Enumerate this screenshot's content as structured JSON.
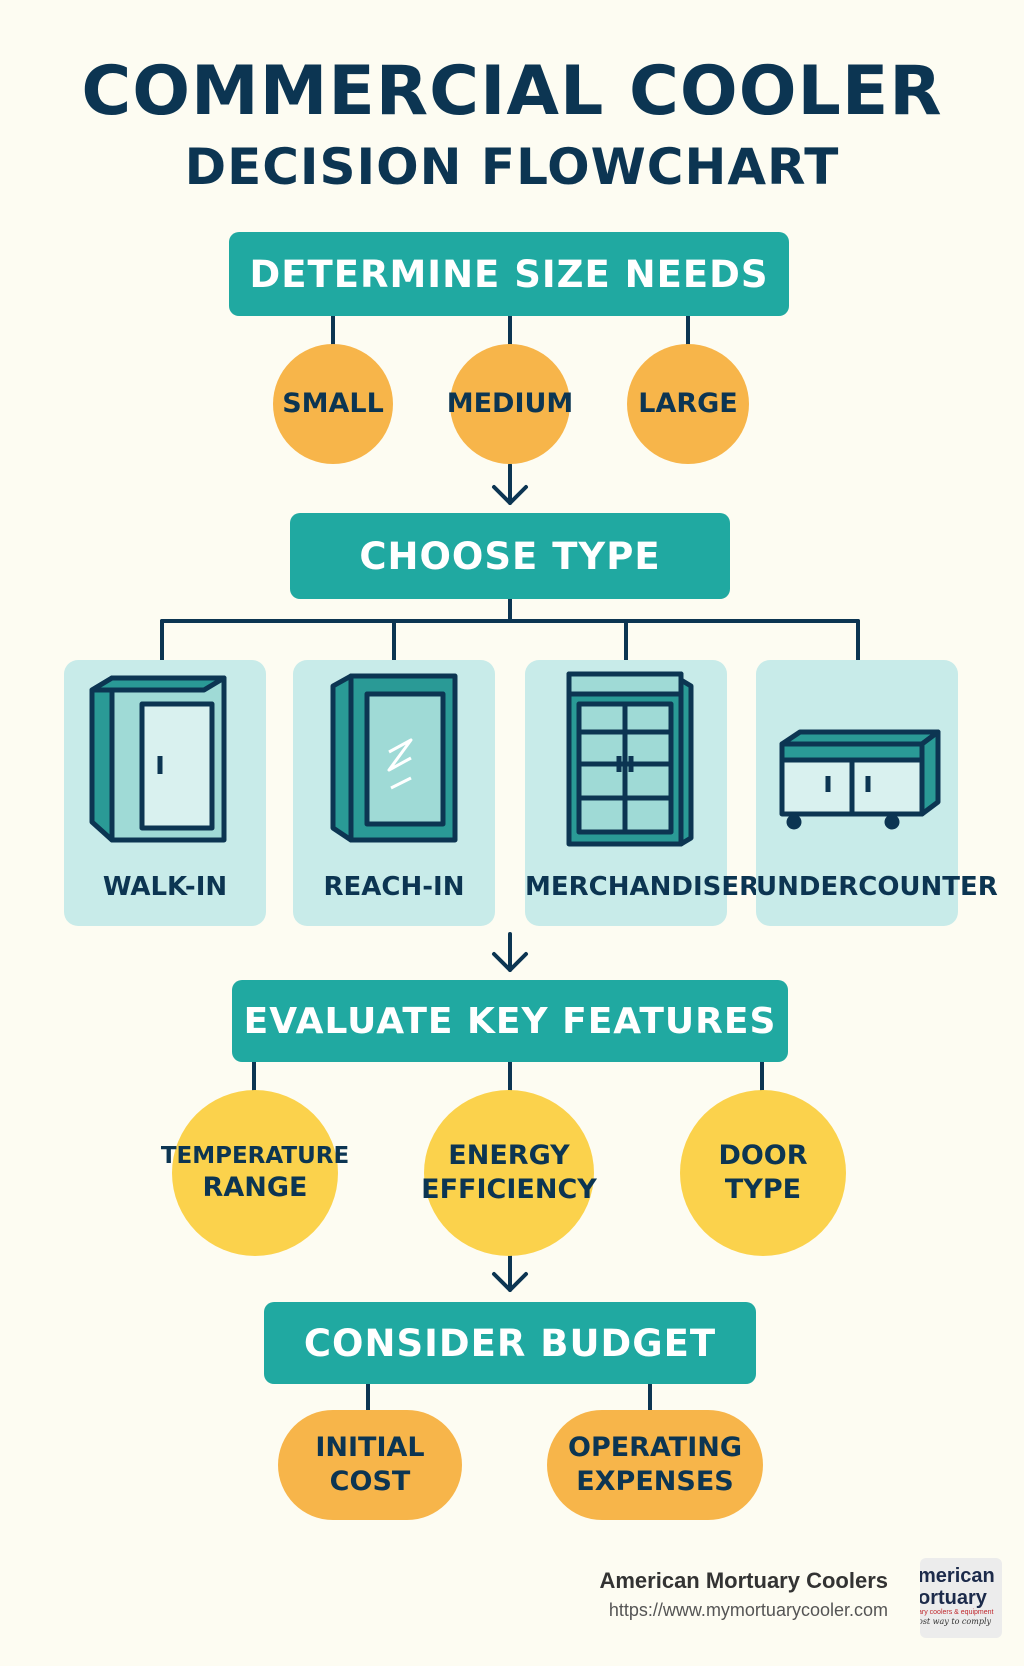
{
  "title_line1": "COMMERCIAL COOLER",
  "title_line2": "DECISION FLOWCHART",
  "colors": {
    "navy": "#0c3552",
    "teal": "#20a9a1",
    "light_teal": "#c8ebe9",
    "orange": "#f7b54a",
    "yellow": "#fbd24c",
    "background": "#fdfcf2"
  },
  "step1": {
    "label": "DETERMINE SIZE NEEDS",
    "options": [
      "SMALL",
      "MEDIUM",
      "LARGE"
    ]
  },
  "step2": {
    "label": "CHOOSE TYPE",
    "options": [
      {
        "label": "WALK-IN",
        "icon": "walk-in-cooler-icon"
      },
      {
        "label": "REACH-IN",
        "icon": "reach-in-cooler-icon"
      },
      {
        "label": "MERCHANDISER",
        "icon": "merchandiser-cooler-icon"
      },
      {
        "label": "UNDERCOUNTER",
        "icon": "undercounter-cooler-icon"
      }
    ]
  },
  "step3": {
    "label": "EVALUATE KEY FEATURES",
    "options": [
      {
        "line1": "TEMPERATURE",
        "line2": "RANGE"
      },
      {
        "line1": "ENERGY",
        "line2": "EFFICIENCY"
      },
      {
        "line1": "DOOR",
        "line2": "TYPE"
      }
    ]
  },
  "step4": {
    "label": "CONSIDER BUDGET",
    "options": [
      {
        "line1": "INITIAL",
        "line2": "COST"
      },
      {
        "line1": "OPERATING",
        "line2": "EXPENSES"
      }
    ]
  },
  "footer": {
    "company": "American Mortuary Coolers",
    "url": "https://www.mymortuarycooler.com",
    "logo_text": [
      "merican",
      "ortuary",
      "ary coolers & equipment",
      "ost way to comply"
    ]
  }
}
